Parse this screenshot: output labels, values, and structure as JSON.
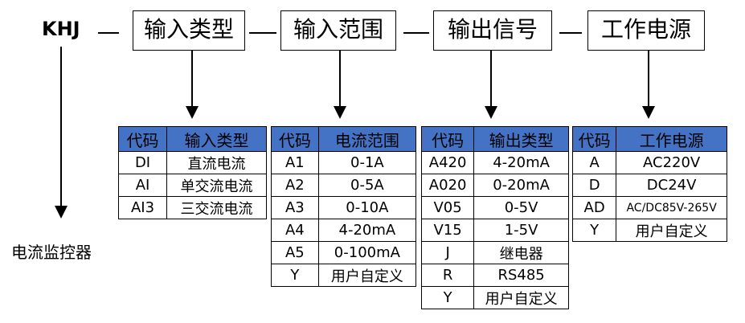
{
  "prefix": "KHJ",
  "connector": "—",
  "boxes": [
    "输入类型",
    "输入范围",
    "输出信号",
    "工作电源"
  ],
  "monitor_label": "电流监控器",
  "tables": [
    {
      "headers": [
        "代码",
        "输入类型"
      ],
      "rows": [
        [
          "DI",
          "直流电流"
        ],
        [
          "AI",
          "单交流电流"
        ],
        [
          "AI3",
          "三交流电流"
        ]
      ]
    },
    {
      "headers": [
        "代码",
        "电流范围"
      ],
      "rows": [
        [
          "A1",
          "0-1A"
        ],
        [
          "A2",
          "0-5A"
        ],
        [
          "A3",
          "0-10A"
        ],
        [
          "A4",
          "4-20mA"
        ],
        [
          "A5",
          "0-100mA"
        ],
        [
          "Y",
          "用户自定义"
        ]
      ]
    },
    {
      "headers": [
        "代码",
        "输出类型"
      ],
      "rows": [
        [
          "A420",
          "4-20mA"
        ],
        [
          "A020",
          "0-20mA"
        ],
        [
          "V05",
          "0-5V"
        ],
        [
          "V15",
          "1-5V"
        ],
        [
          "J",
          "继电器"
        ],
        [
          "R",
          "RS485"
        ],
        [
          "Y",
          "用户自定义"
        ]
      ]
    },
    {
      "headers": [
        "代码",
        "工作电源"
      ],
      "rows": [
        [
          "A",
          "AC220V"
        ],
        [
          "D",
          "DC24V"
        ],
        [
          "AD",
          "AC/DC85V-265V"
        ],
        [
          "Y",
          "用户自定义"
        ]
      ]
    }
  ],
  "colors": {
    "header_bg": "#4472c4",
    "line": "#000000"
  }
}
